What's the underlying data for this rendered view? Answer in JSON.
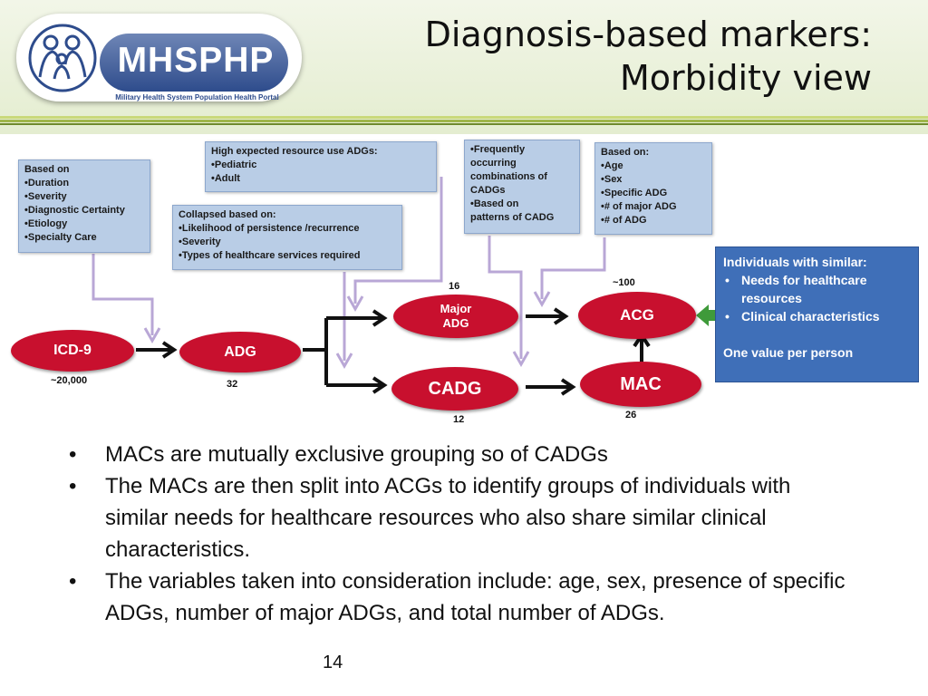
{
  "header": {
    "title_line1": "Diagnosis-based markers:",
    "title_line2": "Morbidity view",
    "logo_text": "MHSPHP",
    "logo_subtitle": "Military Health System Population Health Portal"
  },
  "boxes": {
    "dims": [
      "Based on",
      "•Duration",
      "•Severity",
      "•Diagnostic Certainty",
      "•Etiology",
      "•Specialty Care"
    ],
    "high": [
      "High expected resource use ADGs:",
      "•Pediatric",
      "•Adult"
    ],
    "collapsed": [
      "Collapsed based on:",
      "•Likelihood of persistence /recurrence",
      "•Severity",
      "•Types of healthcare services required"
    ],
    "freq": [
      "•Frequently",
      "occurring",
      "combinations of",
      "CADGs",
      "•Based on",
      "patterns of CADG"
    ],
    "basedon": [
      "Based on:",
      "•Age",
      "•Sex",
      "•Specific ADG",
      "•# of major ADG",
      "•# of ADG"
    ]
  },
  "individuals": {
    "heading": "Individuals with similar:",
    "bullet1": "Needs for healthcare resources",
    "bullet2": "Clinical characteristics",
    "footer": "One value per person"
  },
  "nodes": {
    "icd9": "ICD-9",
    "adg": "ADG",
    "major_line1": "Major",
    "major_line2": "ADG",
    "cadg": "CADG",
    "acg": "ACG",
    "mac": "MAC"
  },
  "counts": {
    "icd9": "~20,000",
    "adg": "32",
    "major": "16",
    "cadg": "12",
    "acg": "~100",
    "mac": "26"
  },
  "bullets": [
    "MACs are mutually exclusive grouping so of CADGs",
    "The MACs are then split into ACGs to identify groups of individuals with similar needs for healthcare resources who also share similar clinical characteristics.",
    "The variables taken into consideration include: age, sex, presence of specific ADGs, number of major ADGs, and total number of ADGs."
  ],
  "bullet_char": "•",
  "page_number": "14",
  "colors": {
    "node_red": "#c8102e",
    "box_blue": "#b9cde6",
    "panel_blue": "#3f6fb8",
    "connector_purple": "#b9a7d6",
    "arrow_green": "#3f9a3a"
  }
}
